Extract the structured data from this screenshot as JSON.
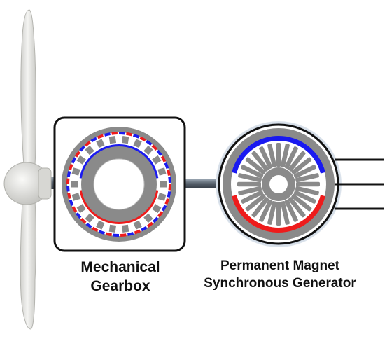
{
  "gearbox": {
    "label_line1": "Mechanical",
    "label_line2": "Gearbox"
  },
  "generator": {
    "label_line1": "Permanent Magnet",
    "label_line2": "Synchronous Generator"
  },
  "colors": {
    "magnet_north": "#1a1af0",
    "magnet_south": "#ee1c1c",
    "iron": "#8a8a8a",
    "frame": "#111111",
    "blade": "#e6e6e3",
    "shaft": "#6b7682"
  },
  "output_lines": 3
}
